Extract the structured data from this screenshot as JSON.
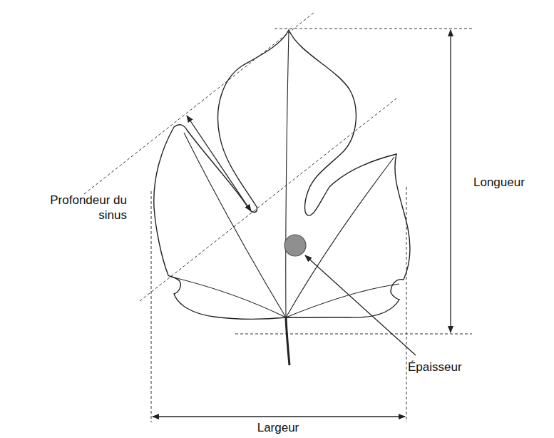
{
  "diagram": {
    "labels": [
      "Profondeur du sinus",
      "Longueur",
      "Épaisseur",
      "Largeur"
    ]
  }
}
